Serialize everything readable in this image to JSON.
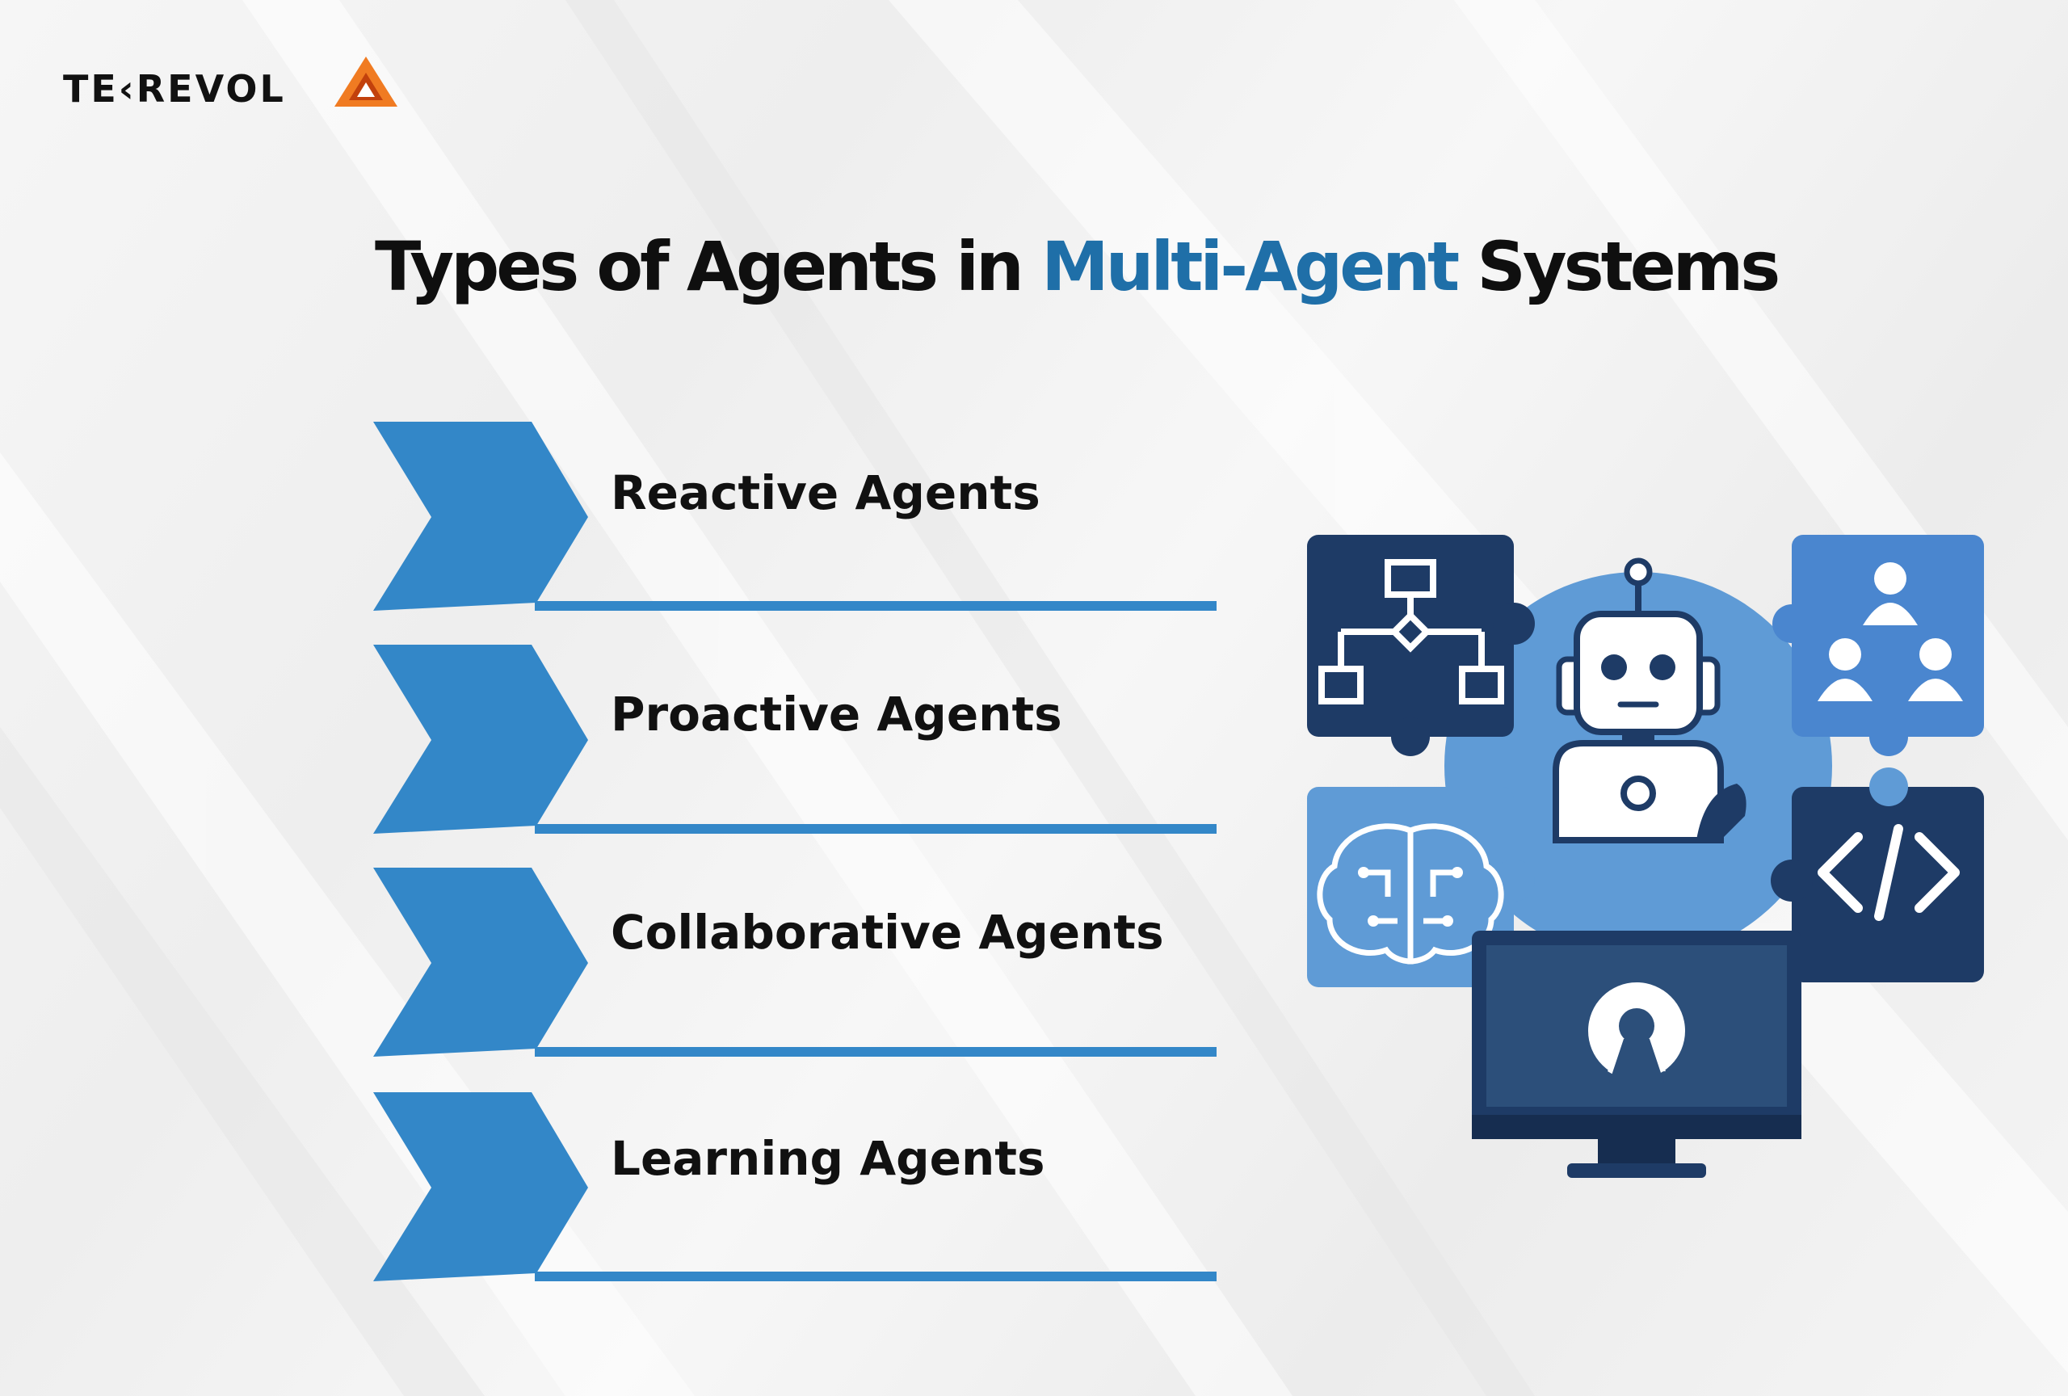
{
  "brand": {
    "logo_text": "TE‹REVOL"
  },
  "title": {
    "part1": "Types of Agents in ",
    "accent": "Multi-Agent",
    "part2": " Systems"
  },
  "agents": [
    {
      "label": "Reactive Agents"
    },
    {
      "label": "Proactive Agents"
    },
    {
      "label": "Collaborative Agents"
    },
    {
      "label": "Learning Agents"
    }
  ],
  "illustration": {
    "icons": [
      "flowchart-icon",
      "robot-icon",
      "team-icon",
      "brain-icon",
      "code-icon",
      "monitor-lock-icon"
    ]
  },
  "colors": {
    "accent": "#1f6fa8",
    "arrow": "#3387c8",
    "navy": "#1e3b66",
    "mid_blue": "#4a86cf",
    "light_blue": "#5f9bd6",
    "logo_orange": "#f07b22"
  }
}
